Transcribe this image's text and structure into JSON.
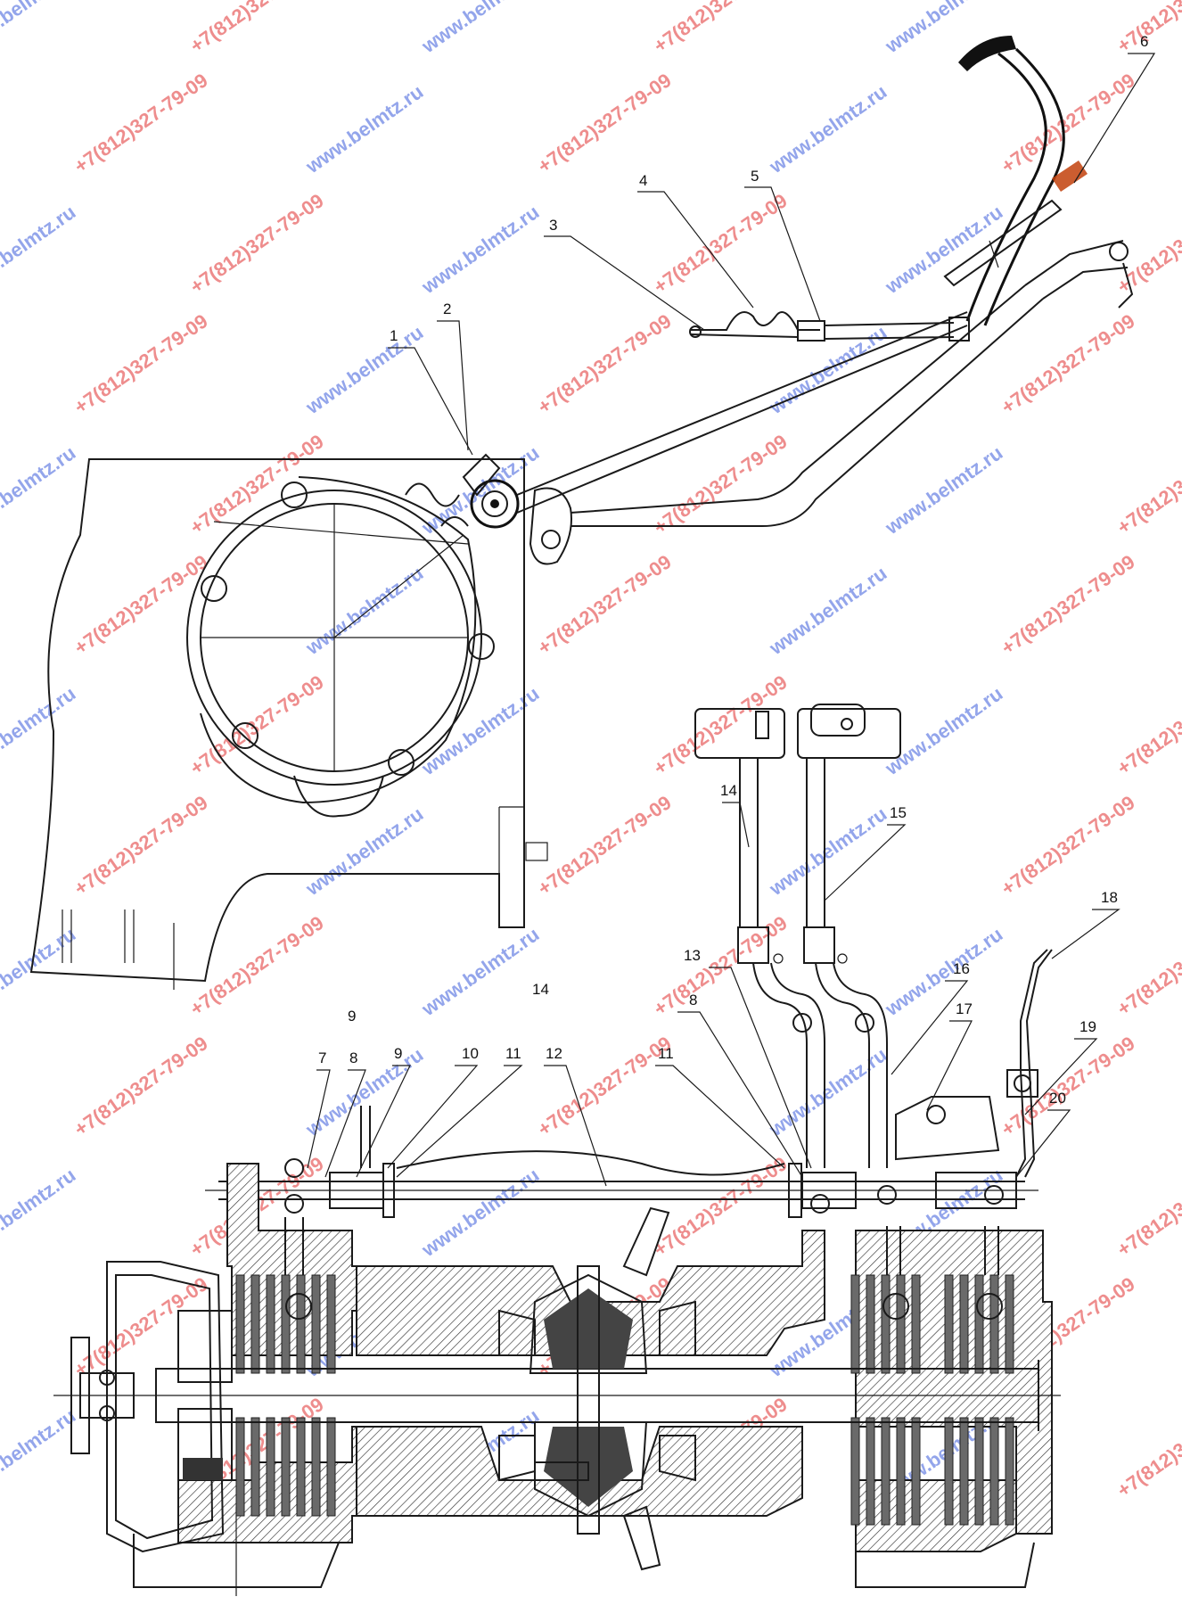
{
  "callouts": [
    {
      "id": "c1",
      "label": "1"
    },
    {
      "id": "c2",
      "label": "2"
    },
    {
      "id": "c3",
      "label": "3"
    },
    {
      "id": "c4",
      "label": "4"
    },
    {
      "id": "c5",
      "label": "5"
    },
    {
      "id": "c6",
      "label": "6"
    },
    {
      "id": "c7",
      "label": "7"
    },
    {
      "id": "c8a",
      "label": "8"
    },
    {
      "id": "c8b",
      "label": "8"
    },
    {
      "id": "c9a",
      "label": "9"
    },
    {
      "id": "c9b",
      "label": "9"
    },
    {
      "id": "c10",
      "label": "10"
    },
    {
      "id": "c11a",
      "label": "11"
    },
    {
      "id": "c11b",
      "label": "11"
    },
    {
      "id": "c12",
      "label": "12"
    },
    {
      "id": "c13",
      "label": "13"
    },
    {
      "id": "c14a",
      "label": "14"
    },
    {
      "id": "c14b",
      "label": "14"
    },
    {
      "id": "c15",
      "label": "15"
    },
    {
      "id": "c16",
      "label": "16"
    },
    {
      "id": "c17",
      "label": "17"
    },
    {
      "id": "c18",
      "label": "18"
    },
    {
      "id": "c19",
      "label": "19"
    },
    {
      "id": "c20",
      "label": "20"
    }
  ],
  "watermarks": {
    "site": "www.belmtz.ru",
    "phone": "+7(812)327-79-09"
  },
  "colors": {
    "line": "#1a1a1a",
    "watermark_blue": "#3b5bdb",
    "watermark_red": "#e03131",
    "pedal_accent": "#c2410c"
  }
}
